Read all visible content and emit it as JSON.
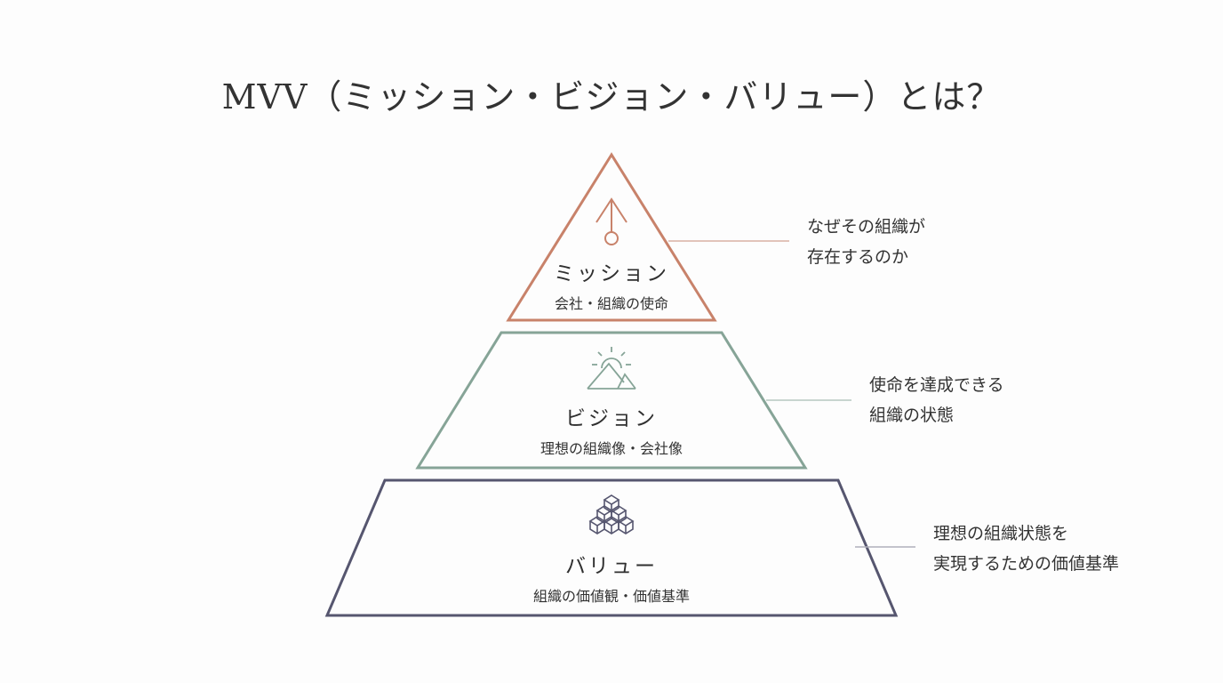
{
  "title": "MVV（ミッション・ビジョン・バリュー）とは？",
  "colors": {
    "mission": "#c8826a",
    "vision": "#86a497",
    "value": "#56566f"
  },
  "levels": [
    {
      "name": "ミッション",
      "subtitle": "会社・組織の使命",
      "icon": "arrow-up-circle-icon",
      "description": [
        "なぜその組織が",
        "存在するのか"
      ]
    },
    {
      "name": "ビジョン",
      "subtitle": "理想の組織像・会社像",
      "icon": "sun-mountain-icon",
      "description": [
        "使命を達成できる",
        "組織の状態"
      ]
    },
    {
      "name": "バリュー",
      "subtitle": "組織の価値観・価値基準",
      "icon": "stacked-cubes-icon",
      "description": [
        "理想の組織状態を",
        "実現するための価値基準"
      ]
    }
  ]
}
